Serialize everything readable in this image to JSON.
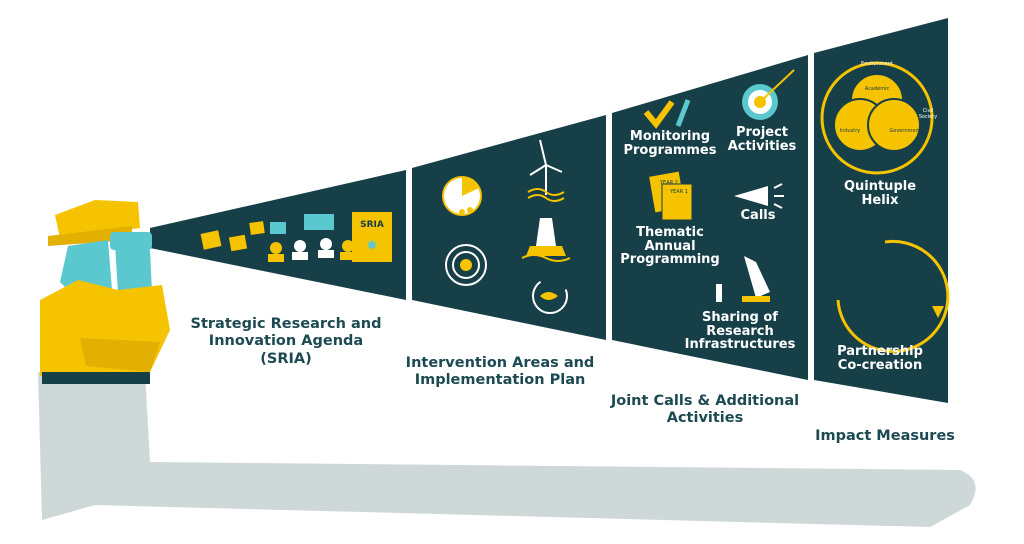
{
  "panels": {
    "sria": {
      "caption_line1": "Strategic Research and",
      "caption_line2": "Innovation Agenda",
      "caption_line3": "(SRIA)",
      "book_label": "SRIA"
    },
    "intervention": {
      "caption_line1": "Intervention Areas and",
      "caption_line2": "Implementation Plan"
    },
    "joint_calls": {
      "caption_line1": "Joint Calls & Additional",
      "caption_line2": "Activities",
      "items": {
        "monitoring_1": "Monitoring",
        "monitoring_2": "Programmes",
        "project_1": "Project",
        "project_2": "Activities",
        "calls": "Calls",
        "thematic_1": "Thematic",
        "thematic_2": "Annual",
        "thematic_3": "Programming",
        "year2": "YEAR 2",
        "year1": "YEAR 1",
        "sharing_1": "Sharing of",
        "sharing_2": "Research",
        "sharing_3": "Infrastructures"
      }
    },
    "impact": {
      "caption": "Impact Measures",
      "quintuple_1": "Quintuple",
      "quintuple_2": "Helix",
      "partnership_1": "Partnership",
      "partnership_2": "Co-creation",
      "helix_labels": {
        "environment": "Environment",
        "academic": "Academic",
        "industry": "Industry",
        "government": "Government",
        "civil_society_1": "Civil",
        "civil_society_2": "Society"
      }
    }
  },
  "colors": {
    "panel": "#163f47",
    "yellow": "#f5c300",
    "teal": "#5bc8cf",
    "text_dark": "#1d4a52",
    "shadow": "#cfd8d8"
  }
}
